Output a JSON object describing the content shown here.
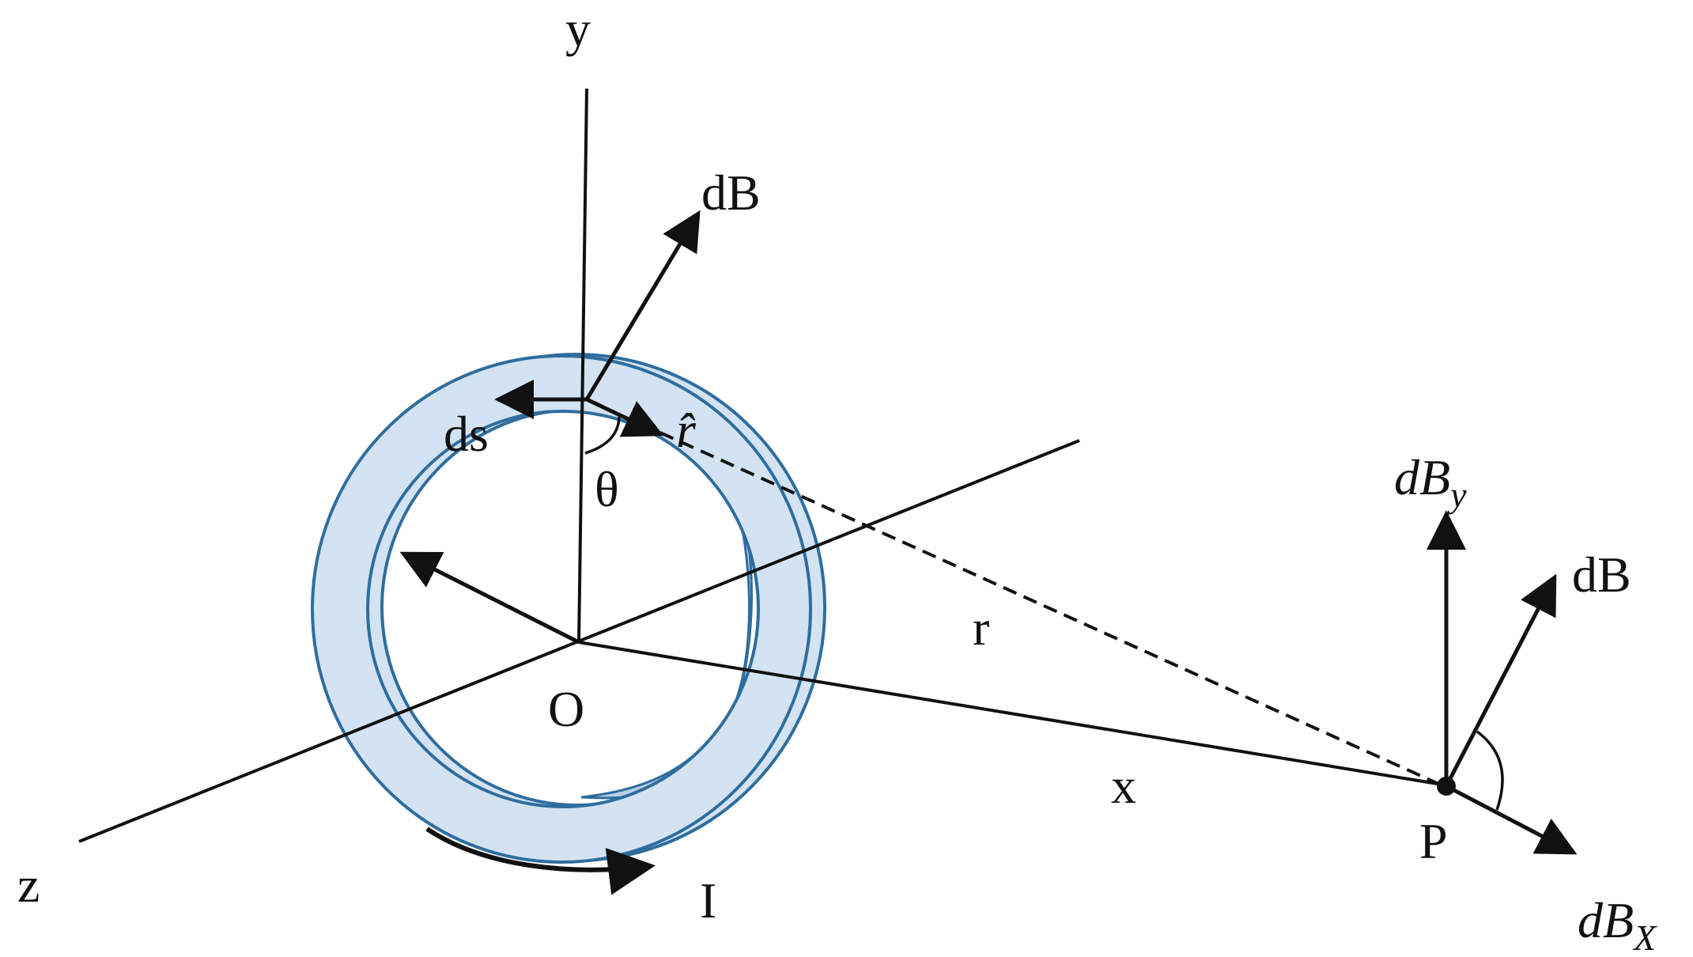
{
  "labels": {
    "y_axis": "y",
    "z_axis": "z",
    "origin": "O",
    "current": "I",
    "ds": "ds",
    "dB_top": "dB",
    "r_hat": "r̂",
    "theta": "θ",
    "r": "r",
    "x": "x",
    "point": "P",
    "dB_right": "dB",
    "dBy_main": "dB",
    "dBy_sub": "y",
    "dBx_main": "dB",
    "dBx_sub": "X"
  },
  "colors": {
    "ring_fill": "#d3e3f2",
    "ring_fill_dark": "#b7cfe8",
    "ring_stroke": "#2f6d9e",
    "ink": "#111111"
  }
}
